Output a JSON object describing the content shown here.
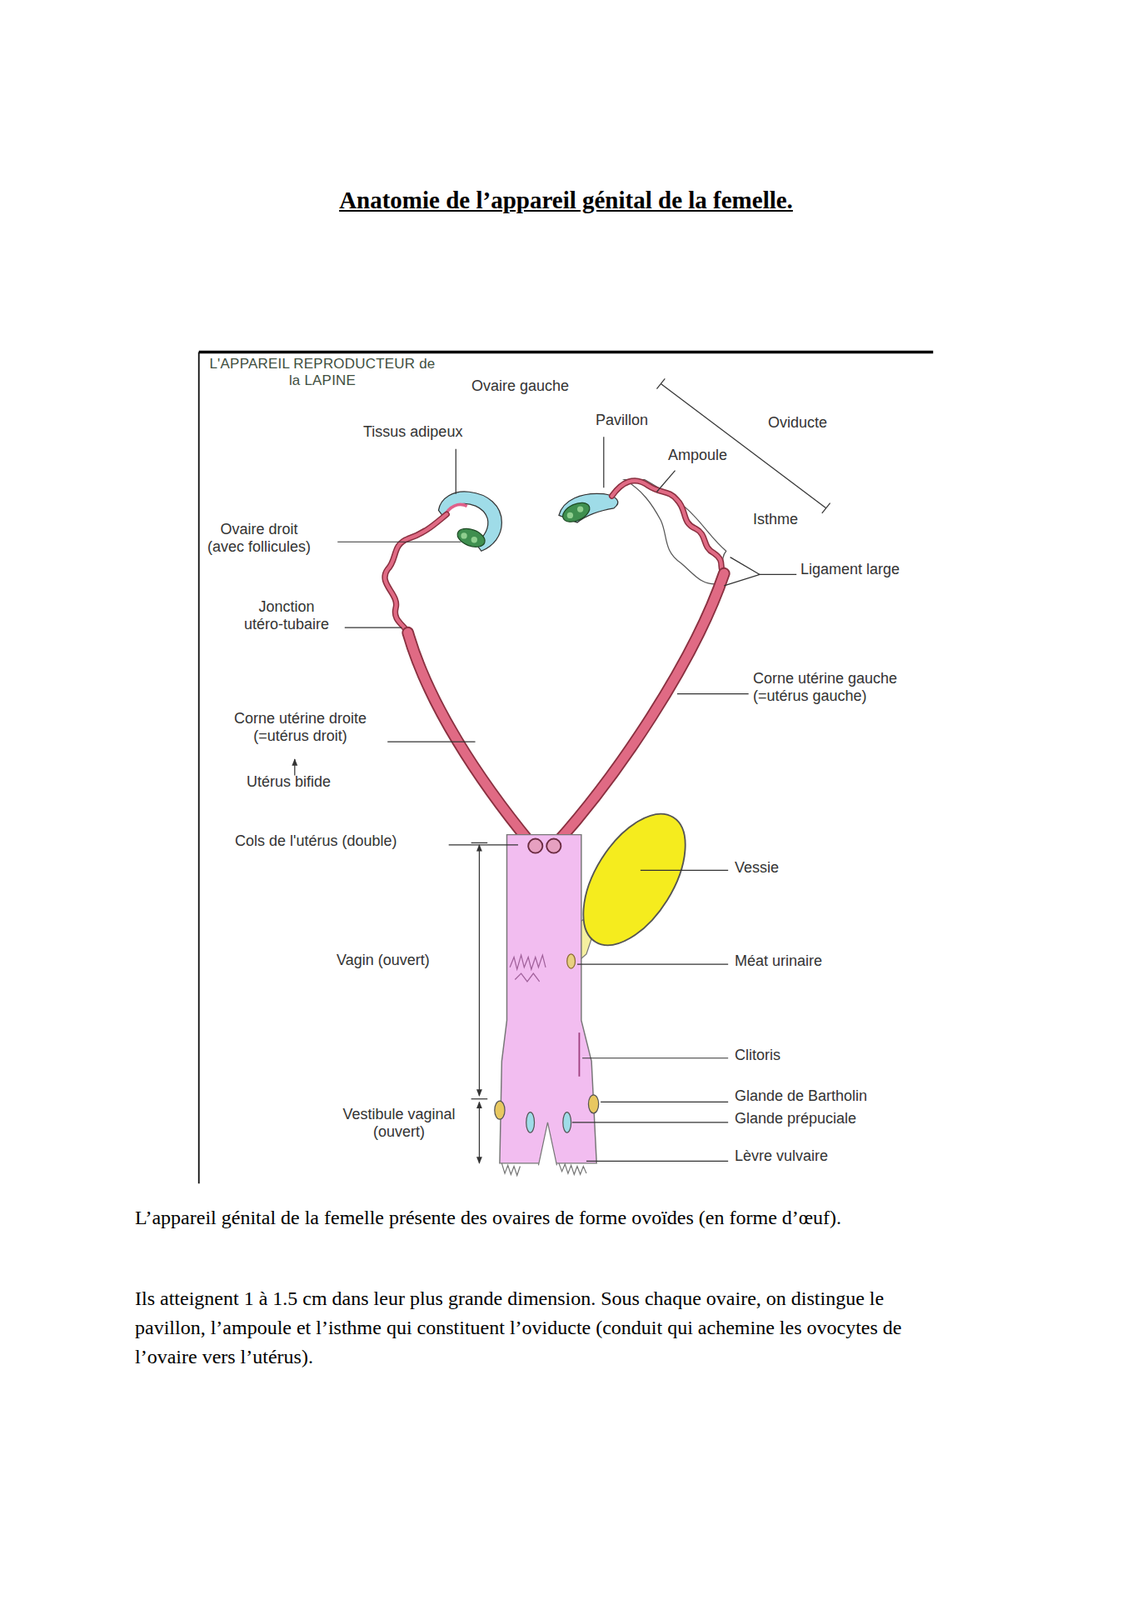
{
  "diagram": {
    "title": "Anatomie de l’appareil génital de la femelle.",
    "labels": [
      "L'APPAREIL REPRODUCTEUR de la LAPINE",
      "Ovaire gauche",
      "Pavillon",
      "Oviducte",
      "Tissus adipeux",
      "Ampoule",
      "Isthme",
      "Ovaire droit (avec follicules)",
      "Ligament large",
      "Jonction utéro-tubaire",
      "Corne utérine gauche (=utérus gauche)",
      "Corne utérine droite (=utérus droit)",
      "Utérus bifide",
      "Cols de l'utérus (double)",
      "Vessie",
      "Vagin (ouvert)",
      "Méat urinaire",
      "Clitoris",
      "Glande de Bartholin",
      "Glande prépuciale",
      "Vestibule vaginal (ouvert)",
      "Lèvre vulvaire",
      "L’appareil génital de la femelle présente des ovaires de forme ovoïdes (en forme d’œuf).",
      "Ils atteignent 1 à 1.5 cm dans leur plus grande dimension. Sous chaque ovaire, on distingue  le pavillon, l’ampoule et l’isthme qui constituent l’oviducte (conduit qui achemine les ovocytes de l’ovaire vers l’utérus)."
    ]
  }
}
